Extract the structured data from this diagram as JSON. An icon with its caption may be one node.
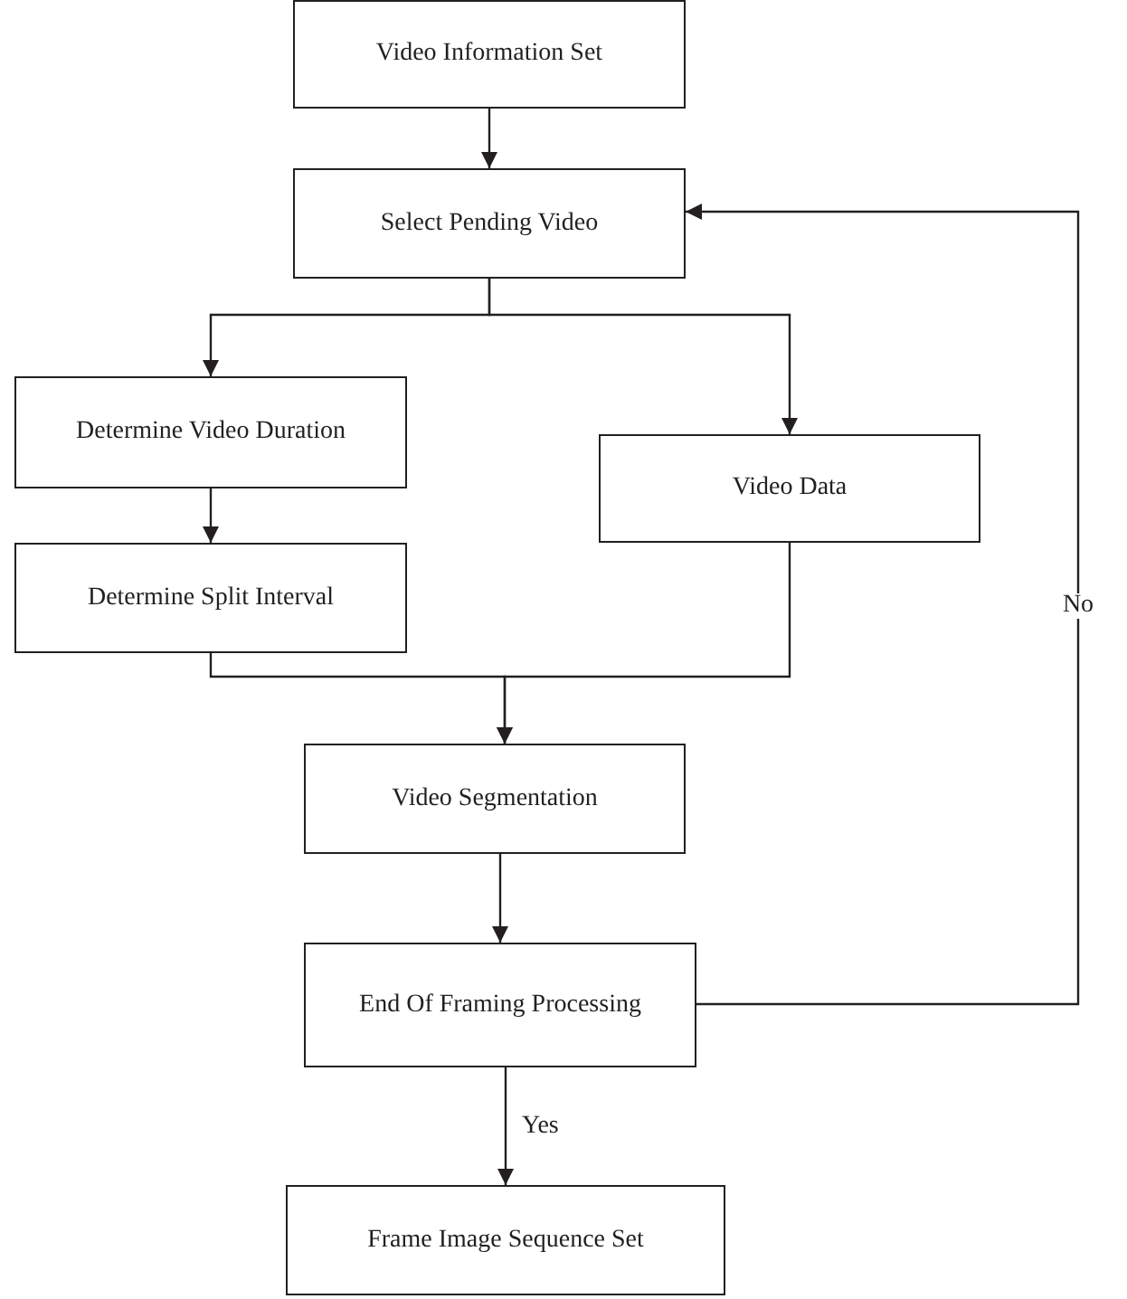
{
  "diagram": {
    "nodes": [
      {
        "text": [
          "Video Information Set"
        ]
      },
      {
        "text": [
          "Select Pending Video"
        ]
      },
      {
        "text": [
          "Determine Video Duration"
        ]
      },
      {
        "text": [
          "Determine Split Interval"
        ]
      },
      {
        "text": [
          "Video Data"
        ]
      },
      {
        "text": [
          "Video Segmentation"
        ]
      },
      {
        "text": [
          "End Of Framing Processing"
        ]
      },
      {
        "text": [
          "Frame Image Sequence Set"
        ]
      }
    ],
    "edges": [
      {
        "from": 0,
        "to": 1,
        "arrow": "to"
      },
      {
        "from": 1,
        "to": 2,
        "arrow": "to"
      },
      {
        "from": 1,
        "to": 4,
        "arrow": "to"
      },
      {
        "from": 2,
        "to": 3,
        "arrow": "to"
      },
      {
        "from": 3,
        "to": 5,
        "arrow": "to"
      },
      {
        "from": 4,
        "to": 5,
        "arrow": "to"
      },
      {
        "from": 5,
        "to": 6,
        "arrow": "to"
      },
      {
        "from": 6,
        "to": 7,
        "arrow": "to",
        "label": "Yes"
      },
      {
        "from": 6,
        "to": 1,
        "arrow": "to",
        "label": "No"
      }
    ]
  }
}
